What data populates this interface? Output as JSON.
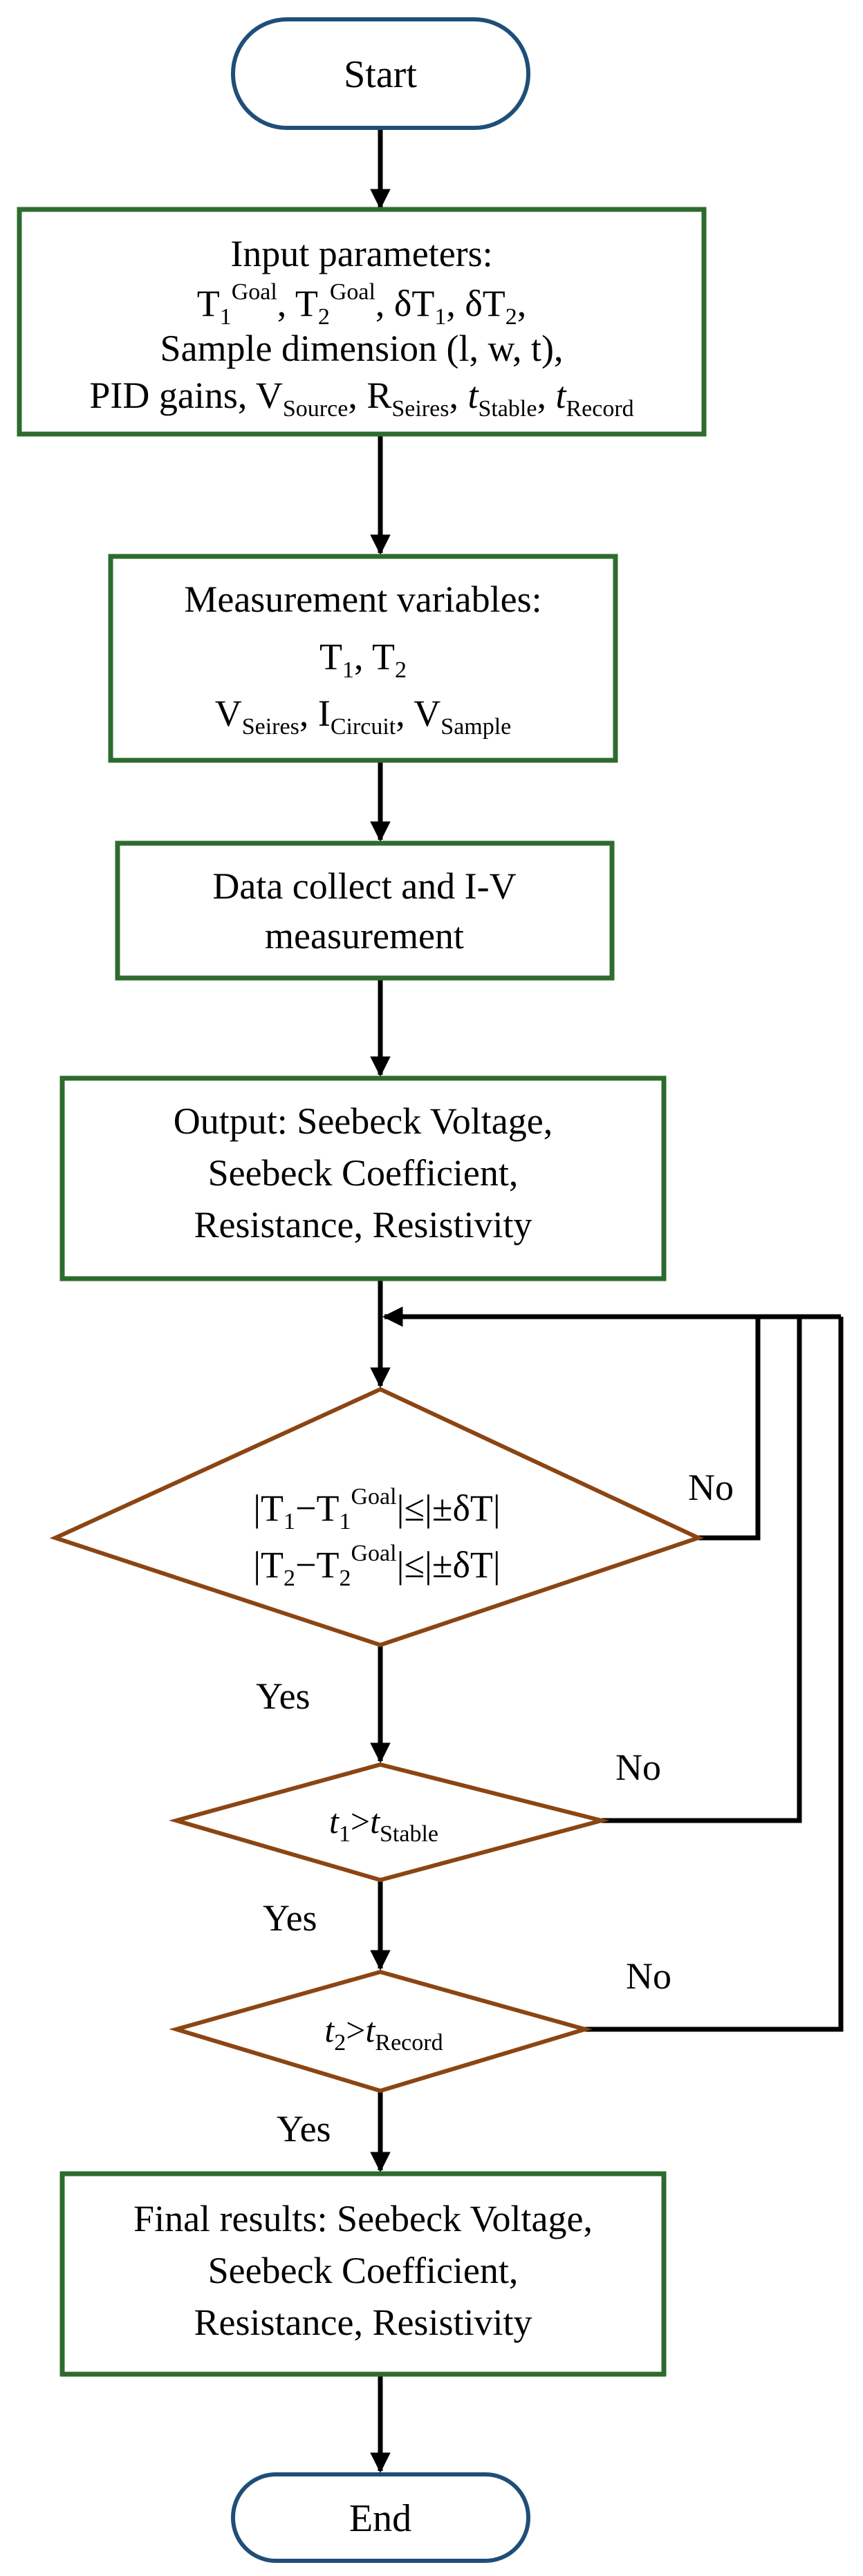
{
  "nodes": {
    "start": {
      "label": "Start"
    },
    "input": {
      "line1": "Input parameters:",
      "line2": {
        "T1": "T",
        "T1_sub": "1",
        "T1_sup": "Goal",
        "sep1": ", ",
        "T2": "T",
        "T2_sub": "2",
        "T2_sup": "Goal",
        "sep2": ", ",
        "dT1": "δT",
        "dT1_sub": "1",
        "sep3": ", ",
        "dT2": "δT",
        "dT2_sub": "2",
        "end": ","
      },
      "line3": "Sample dimension (l, w, t),",
      "line4": {
        "a": "PID gains, V",
        "a_sub": "Source",
        "b": ", R",
        "b_sub": "Seires",
        "c": ", ",
        "c_it": "t",
        "c_sub": "Stable",
        "d": ", ",
        "d_it": "t",
        "d_sub": "Record"
      }
    },
    "measure": {
      "line1": "Measurement variables:",
      "line2": {
        "a": "T",
        "a_sub": "1",
        "b": ", T",
        "b_sub": "2"
      },
      "line3": {
        "a": "V",
        "a_sub": "Seires",
        "b": ", I",
        "b_sub": "Circuit",
        "c": ", V",
        "c_sub": "Sample"
      }
    },
    "collect": {
      "line1": "Data collect and I-V",
      "line2": "measurement"
    },
    "output": {
      "line1": "Output: Seebeck Voltage,",
      "line2": "Seebeck Coefficient,",
      "line3": "Resistance, Resistivity"
    },
    "check_temp": {
      "line1": {
        "a": "|T",
        "a_sub": "1",
        "b": "−T",
        "b_sub": "1",
        "b_sup": "Goal",
        "c": "|≤|±δT|"
      },
      "line2": {
        "a": "|T",
        "a_sub": "2",
        "b": "−T",
        "b_sub": "2",
        "b_sup": "Goal",
        "c": "|≤|±δT|"
      }
    },
    "check_stable": {
      "a": "t",
      "a_sub": "1",
      "b": ">",
      "c": "t",
      "c_sub": "Stable"
    },
    "check_record": {
      "a": "t",
      "a_sub": "2",
      "b": ">",
      "c": "t",
      "c_sub": "Record"
    },
    "final": {
      "line1": "Final results: Seebeck Voltage,",
      "line2": "Seebeck Coefficient,",
      "line3": "Resistance, Resistivity"
    },
    "end": {
      "label": "End"
    }
  },
  "edge_labels": {
    "temp_yes": "Yes",
    "temp_no": "No",
    "stable_yes": "Yes",
    "stable_no": "No",
    "record_yes": "Yes",
    "record_no": "No"
  },
  "colors": {
    "terminal_stroke": "#1f4e79",
    "process_stroke": "#2e6b2e",
    "decision_stroke": "#8b4513",
    "arrow": "#000000"
  }
}
